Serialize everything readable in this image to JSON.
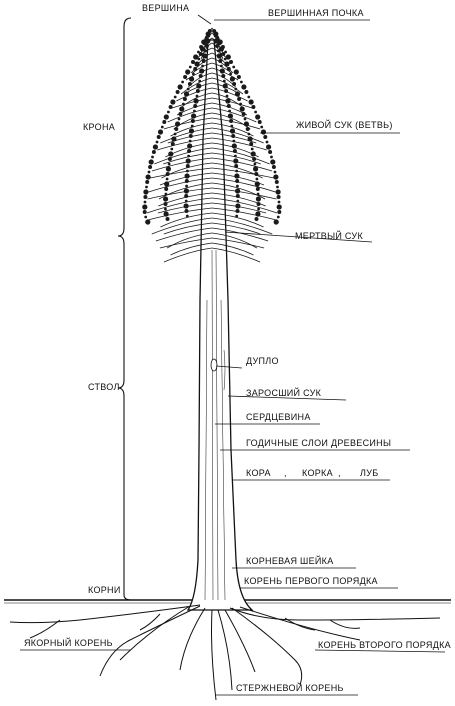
{
  "labels": {
    "top": "ВЕРШИНА",
    "top_bud": "ВЕРШИННАЯ ПОЧКА",
    "crown": "КРОНА",
    "live_branch": "ЖИВОЙ СУК (ВЕТВЬ)",
    "dead_branch": "МЕРТВЫЙ СУК",
    "hollow": "ДУПЛО",
    "overgrown_branch": "ЗАРОСШИЙ СУК",
    "heartwood": "СЕРДЦЕВИНА",
    "growth_rings": "ГОДИЧНЫЕ СЛОИ  ДРЕВЕСИНЫ",
    "bark_a": "КОРА",
    "bark_b": "КОРКА",
    "bast": "ЛУБ",
    "comma": ",",
    "trunk": "СТВОЛ",
    "root_collar": "КОРНЕВАЯ ШЕЙКА",
    "roots": "КОРНИ",
    "first_order_root": "КОРЕНЬ ПЕРВОГО ПОРЯДКА",
    "anchor_root": "ЯКОРНЫЙ КОРЕНЬ",
    "second_order_root": "КОРЕНЬ ВТОРОГО ПОРЯДКА",
    "tap_root": "СТЕРЖНЕВОЙ КОРЕНЬ"
  },
  "colors": {
    "ink": "#111111",
    "foliage": "#1a1a1a",
    "wood": "#ffffff"
  }
}
